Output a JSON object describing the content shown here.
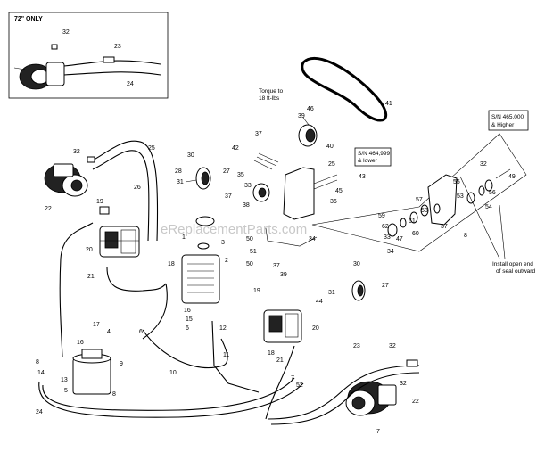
{
  "inset": {
    "title": "72\" ONLY"
  },
  "notes": {
    "torque_line1": "Torque to",
    "torque_line2": "18 ft-lbs",
    "sn_lower_line1": "S/N 464,999",
    "sn_lower_line2": "& lower",
    "sn_higher_line1": "S/N 465,000",
    "sn_higher_line2": "& Higher",
    "install_line1": "Install open end",
    "install_line2": "of seal outward"
  },
  "watermark": "eReplacementParts.com",
  "callouts": [
    {
      "id": "c1",
      "text": "32"
    },
    {
      "id": "c2",
      "text": "23"
    },
    {
      "id": "c3",
      "text": "24"
    },
    {
      "id": "c4",
      "text": "41"
    },
    {
      "id": "c5",
      "text": "46"
    },
    {
      "id": "c6",
      "text": "39"
    },
    {
      "id": "c7",
      "text": "40"
    },
    {
      "id": "c8",
      "text": "32"
    },
    {
      "id": "c9",
      "text": "25"
    },
    {
      "id": "c10",
      "text": "22"
    },
    {
      "id": "c11",
      "text": "26"
    },
    {
      "id": "c12",
      "text": "30"
    },
    {
      "id": "c13",
      "text": "28"
    },
    {
      "id": "c14",
      "text": "27"
    },
    {
      "id": "c15",
      "text": "31"
    },
    {
      "id": "c16",
      "text": "42"
    },
    {
      "id": "c17",
      "text": "37"
    },
    {
      "id": "c18",
      "text": "43"
    },
    {
      "id": "c19",
      "text": "25"
    },
    {
      "id": "c20",
      "text": "35"
    },
    {
      "id": "c21",
      "text": "33"
    },
    {
      "id": "c22",
      "text": "37"
    },
    {
      "id": "c23",
      "text": "38"
    },
    {
      "id": "c24",
      "text": "36"
    },
    {
      "id": "c25",
      "text": "45"
    },
    {
      "id": "c26",
      "text": "34"
    },
    {
      "id": "c27",
      "text": "19"
    },
    {
      "id": "c28",
      "text": "20"
    },
    {
      "id": "c29",
      "text": "21"
    },
    {
      "id": "c30",
      "text": "18"
    },
    {
      "id": "c31",
      "text": "1"
    },
    {
      "id": "c32",
      "text": "3"
    },
    {
      "id": "c33",
      "text": "50"
    },
    {
      "id": "c34",
      "text": "51"
    },
    {
      "id": "c35",
      "text": "2"
    },
    {
      "id": "c36",
      "text": "50"
    },
    {
      "id": "c37",
      "text": "16"
    },
    {
      "id": "c38",
      "text": "15"
    },
    {
      "id": "c39",
      "text": "6"
    },
    {
      "id": "c40",
      "text": "12"
    },
    {
      "id": "c41",
      "text": "37"
    },
    {
      "id": "c42",
      "text": "39"
    },
    {
      "id": "c43",
      "text": "31"
    },
    {
      "id": "c44",
      "text": "30"
    },
    {
      "id": "c45",
      "text": "27"
    },
    {
      "id": "c46",
      "text": "19"
    },
    {
      "id": "c47",
      "text": "44"
    },
    {
      "id": "c48",
      "text": "20"
    },
    {
      "id": "c49",
      "text": "21"
    },
    {
      "id": "c50",
      "text": "18"
    },
    {
      "id": "c51",
      "text": "7"
    },
    {
      "id": "c52",
      "text": "11"
    },
    {
      "id": "c53",
      "text": "10"
    },
    {
      "id": "c54",
      "text": "6"
    },
    {
      "id": "c55",
      "text": "17"
    },
    {
      "id": "c56",
      "text": "16"
    },
    {
      "id": "c57",
      "text": "4"
    },
    {
      "id": "c58",
      "text": "9"
    },
    {
      "id": "c59",
      "text": "8"
    },
    {
      "id": "c60",
      "text": "14"
    },
    {
      "id": "c61",
      "text": "13"
    },
    {
      "id": "c62",
      "text": "5"
    },
    {
      "id": "c63",
      "text": "8"
    },
    {
      "id": "c64",
      "text": "24"
    },
    {
      "id": "c65",
      "text": "23"
    },
    {
      "id": "c66",
      "text": "32"
    },
    {
      "id": "c67",
      "text": "32"
    },
    {
      "id": "c68",
      "text": "22"
    },
    {
      "id": "c69",
      "text": "7"
    },
    {
      "id": "c70",
      "text": "52"
    },
    {
      "id": "c71",
      "text": "32"
    },
    {
      "id": "c72",
      "text": "49"
    },
    {
      "id": "c73",
      "text": "56"
    },
    {
      "id": "c74",
      "text": "55"
    },
    {
      "id": "c75",
      "text": "53"
    },
    {
      "id": "c76",
      "text": "54"
    },
    {
      "id": "c77",
      "text": "57"
    },
    {
      "id": "c78",
      "text": "58"
    },
    {
      "id": "c79",
      "text": "61"
    },
    {
      "id": "c80",
      "text": "59"
    },
    {
      "id": "c81",
      "text": "62"
    },
    {
      "id": "c82",
      "text": "33"
    },
    {
      "id": "c83",
      "text": "60"
    },
    {
      "id": "c84",
      "text": "47"
    },
    {
      "id": "c85",
      "text": "37"
    },
    {
      "id": "c86",
      "text": "34"
    },
    {
      "id": "c87",
      "text": "8"
    }
  ]
}
